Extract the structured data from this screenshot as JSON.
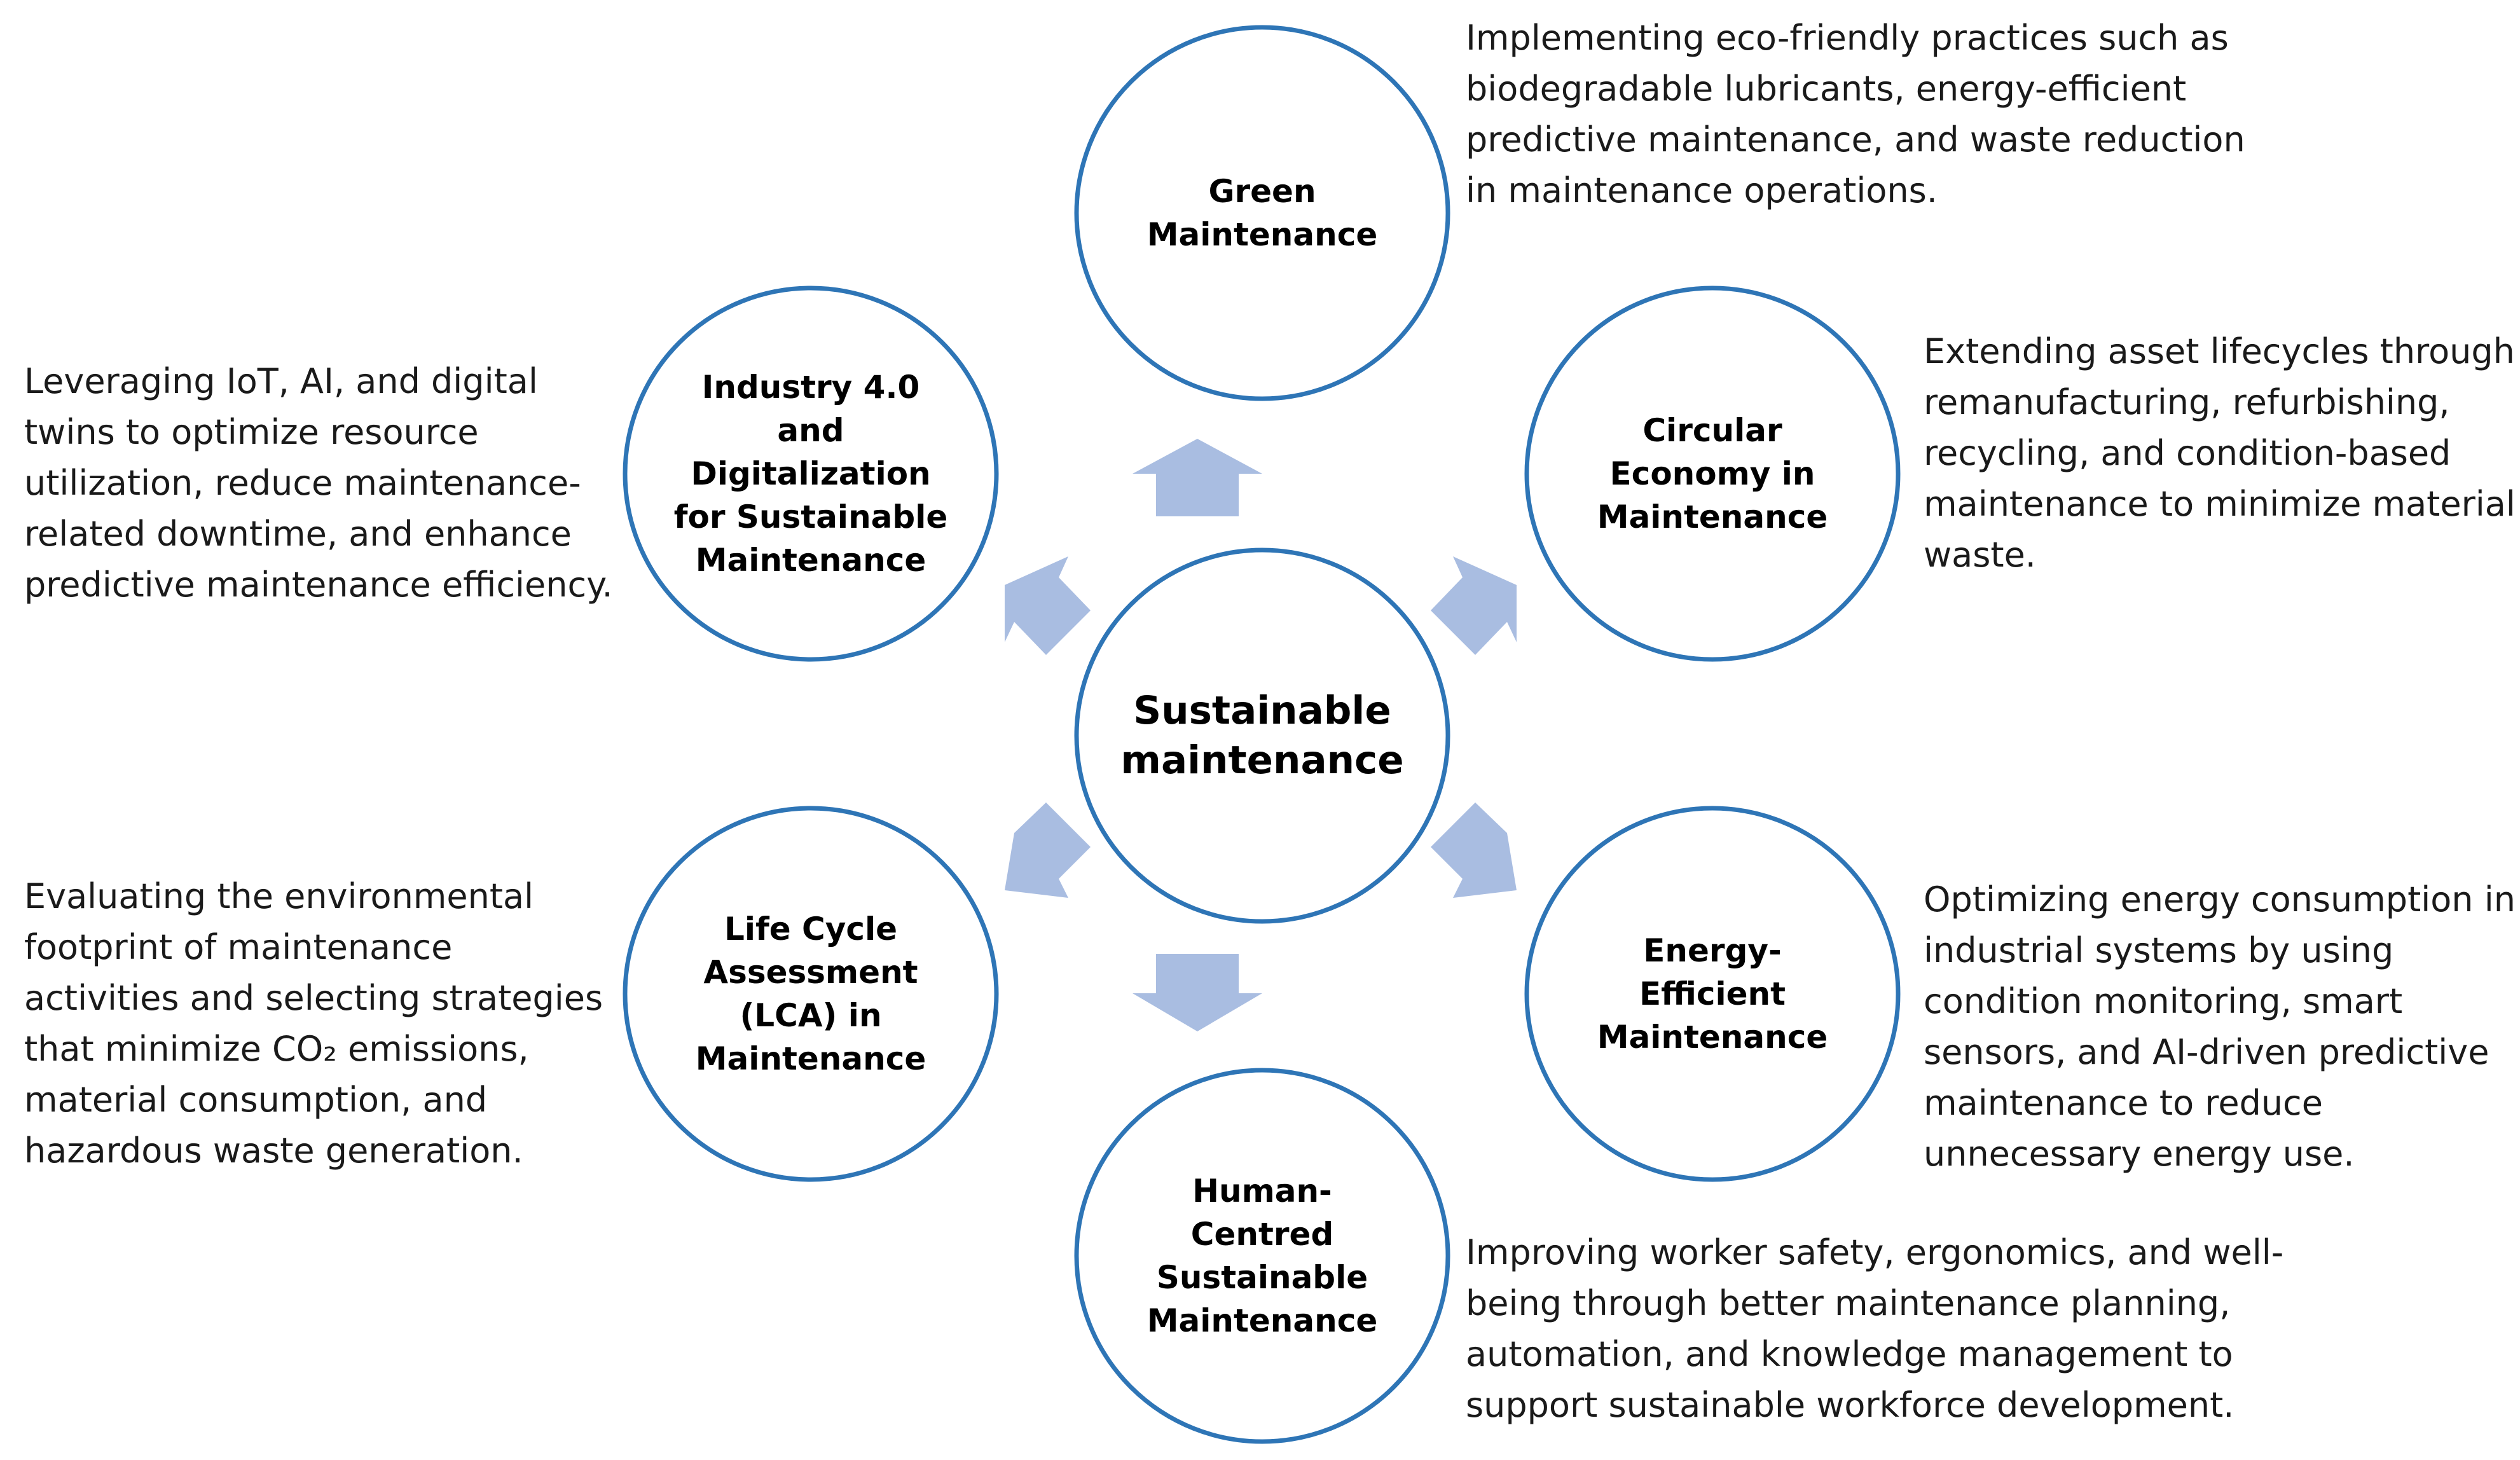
{
  "colors": {
    "circle_stroke": "#2e75b6",
    "arrow_fill": "#a9bde1",
    "text": "#000000"
  },
  "center": {
    "label_lines": [
      "Sustainable",
      "maintenance"
    ]
  },
  "nodes": {
    "green": {
      "label_lines": [
        "Green",
        "Maintenance"
      ],
      "desc_lines": [
        "Implementing eco-friendly practices such as",
        "biodegradable lubricants, energy-efficient",
        "predictive maintenance, and waste reduction",
        "in maintenance operations."
      ]
    },
    "circular": {
      "label_lines": [
        "Circular",
        "Economy in",
        "Maintenance"
      ],
      "desc_lines": [
        "Extending asset lifecycles through",
        "remanufacturing, refurbishing,",
        "recycling, and condition-based",
        "maintenance to minimize material",
        "waste."
      ]
    },
    "energy": {
      "label_lines": [
        "Energy-",
        "Efficient",
        "Maintenance"
      ],
      "desc_lines": [
        "Optimizing energy consumption in",
        "industrial systems by using",
        "condition monitoring, smart",
        "sensors, and AI-driven predictive",
        "maintenance to reduce",
        "unnecessary energy use."
      ]
    },
    "human": {
      "label_lines": [
        "Human-",
        "Centred",
        "Sustainable",
        "Maintenance"
      ],
      "desc_lines": [
        "Improving worker safety, ergonomics, and well-",
        "being through better maintenance planning,",
        "automation, and knowledge management to",
        "support sustainable workforce development."
      ]
    },
    "lca": {
      "label_lines": [
        "Life Cycle",
        "Assessment",
        "(LCA) in",
        "Maintenance"
      ],
      "desc_lines": [
        "Evaluating the environmental",
        "footprint of maintenance",
        "activities and selecting strategies",
        "that minimize CO₂ emissions,",
        "material consumption, and",
        "hazardous waste generation."
      ]
    },
    "industry": {
      "label_lines": [
        "Industry 4.0",
        "and",
        "Digitalization",
        "for Sustainable",
        "Maintenance"
      ],
      "desc_lines": [
        "Leveraging IoT, AI, and digital",
        "twins to optimize resource",
        "utilization, reduce maintenance-",
        "related downtime, and enhance",
        "predictive maintenance efficiency."
      ]
    }
  }
}
